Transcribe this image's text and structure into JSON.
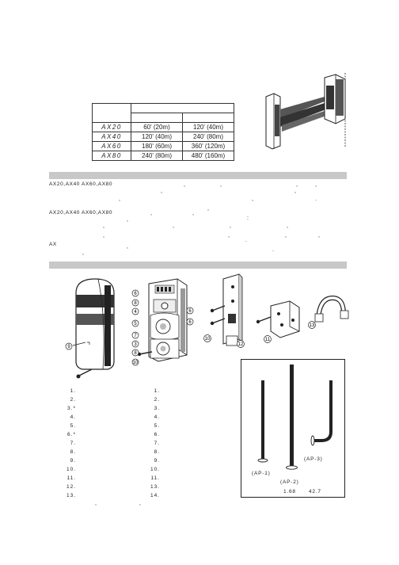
{
  "range_table": {
    "rows": [
      {
        "model": "AX20",
        "outdoor": "60' (20m)",
        "indoor": "120' (40m)"
      },
      {
        "model": "AX40",
        "outdoor": "120' (40m)",
        "indoor": "240' (80m)"
      },
      {
        "model": "AX60",
        "outdoor": "180' (60m)",
        "indoor": "360' (120m)"
      },
      {
        "model": "AX80",
        "outdoor": "240' (80m)",
        "indoor": "480' (160m)"
      }
    ]
  },
  "section1": {
    "line1": "AX20,AX40   AX60,AX80",
    "line2": "AX20,AX40   AX60,AX80",
    "line3": "AX"
  },
  "parts_left": [
    "1.",
    "2.",
    "3.*",
    "4.",
    "5.",
    "6.*",
    "7.",
    "8.",
    "9.",
    "10.",
    "11.",
    "12.",
    "13."
  ],
  "parts_right": [
    "1.",
    "2.",
    "3.",
    "4.",
    "5.",
    "6.",
    "7.",
    "8.",
    "9.",
    "10.",
    "11.",
    "13.",
    "14."
  ],
  "poles": {
    "ap1": "(AP-1)",
    "ap2": "(AP-2)",
    "ap3": "(AP-3)",
    "dim_a": "1.68",
    "dim_b": "42.7"
  },
  "callouts": {
    "front_cover": "9",
    "exploded": [
      "6",
      "8",
      "4",
      "5",
      "7",
      "3",
      "8",
      "10"
    ],
    "exploded_side": [
      "6",
      "6"
    ],
    "bracket_plate": [
      "10",
      "12"
    ],
    "bracket_box": [
      "11"
    ],
    "pole_clamp": [
      "13"
    ]
  }
}
